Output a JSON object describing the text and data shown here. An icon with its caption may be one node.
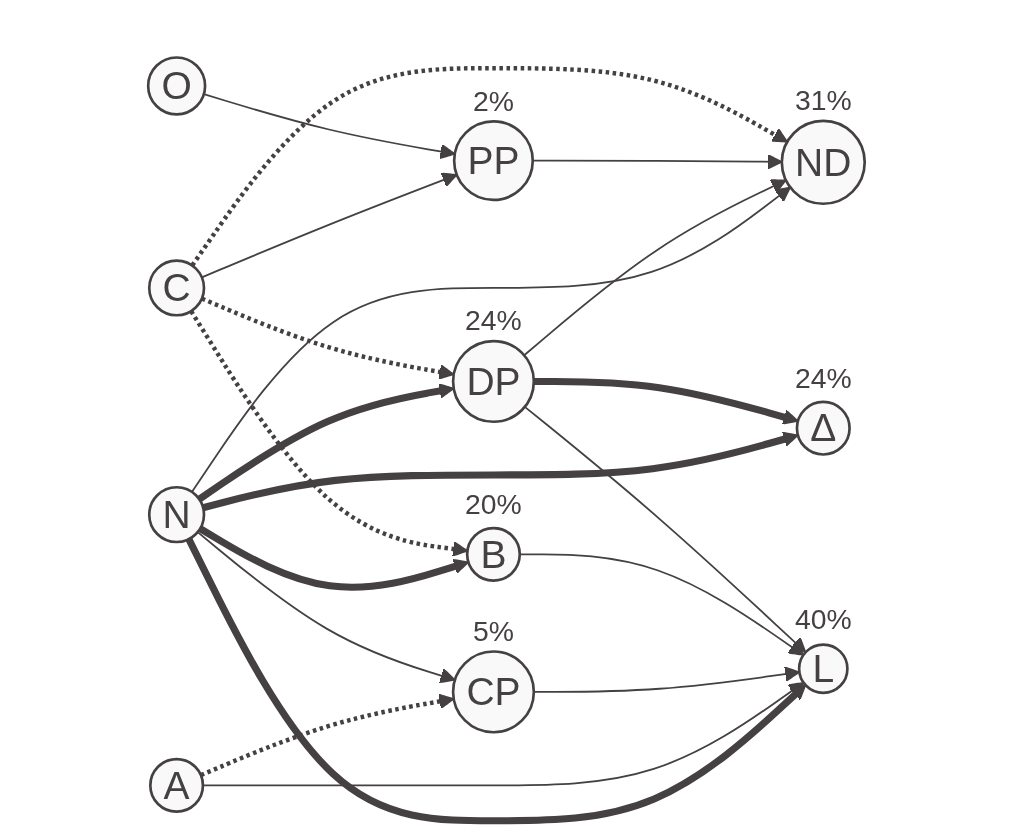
{
  "diagram": {
    "nodes": [
      {
        "text": [
          "O"
        ]
      },
      {
        "text": [
          "PP"
        ],
        "beside": [
          "2%"
        ]
      },
      {
        "text": [
          "ND"
        ],
        "beside": [
          "31%"
        ]
      },
      {
        "text": [
          "C"
        ]
      },
      {
        "text": [
          "DP"
        ],
        "beside": [
          "24%"
        ]
      },
      {
        "text": [
          "Δ"
        ],
        "beside": [
          "24%"
        ]
      },
      {
        "text": [
          "N"
        ]
      },
      {
        "text": [
          "B"
        ],
        "beside": [
          "20%"
        ]
      },
      {
        "text": [
          "A"
        ]
      },
      {
        "text": [
          "CP"
        ],
        "beside": [
          "5%"
        ]
      },
      {
        "text": [
          "L"
        ],
        "beside": [
          "40%"
        ]
      }
    ],
    "edges": [
      {
        "from": 3,
        "to": 2,
        "arrow": "to",
        "style": "dashed"
      },
      {
        "from": 0,
        "to": 1,
        "arrow": "to"
      },
      {
        "from": 1,
        "to": 2,
        "arrow": "to"
      },
      {
        "from": 3,
        "to": 1,
        "arrow": "to"
      },
      {
        "from": 3,
        "to": 4,
        "arrow": "to",
        "style": "dashed"
      },
      {
        "from": 4,
        "to": 2,
        "arrow": "to"
      },
      {
        "from": 3,
        "to": 7,
        "arrow": "to",
        "style": "dashed"
      },
      {
        "from": 4,
        "to": 5,
        "arrow": "to",
        "style": "thick"
      },
      {
        "from": 6,
        "to": 4,
        "arrow": "to",
        "style": "thick"
      },
      {
        "from": 6,
        "to": 7,
        "arrow": "to",
        "style": "thick"
      },
      {
        "from": 4,
        "to": 10,
        "arrow": "to"
      },
      {
        "from": 7,
        "to": 10,
        "arrow": "to"
      },
      {
        "from": 6,
        "to": 9,
        "arrow": "to"
      },
      {
        "from": 8,
        "to": 9,
        "arrow": "to",
        "style": "dashed"
      },
      {
        "from": 9,
        "to": 10,
        "arrow": "to"
      },
      {
        "from": 8,
        "to": 10,
        "arrow": "to"
      },
      {
        "from": 6,
        "to": 10,
        "arrow": "to",
        "style": "thick"
      },
      {
        "from": 6,
        "to": 5,
        "arrow": "to",
        "style": "thick"
      },
      {
        "from": 6,
        "to": 2,
        "arrow": "to"
      }
    ]
  }
}
